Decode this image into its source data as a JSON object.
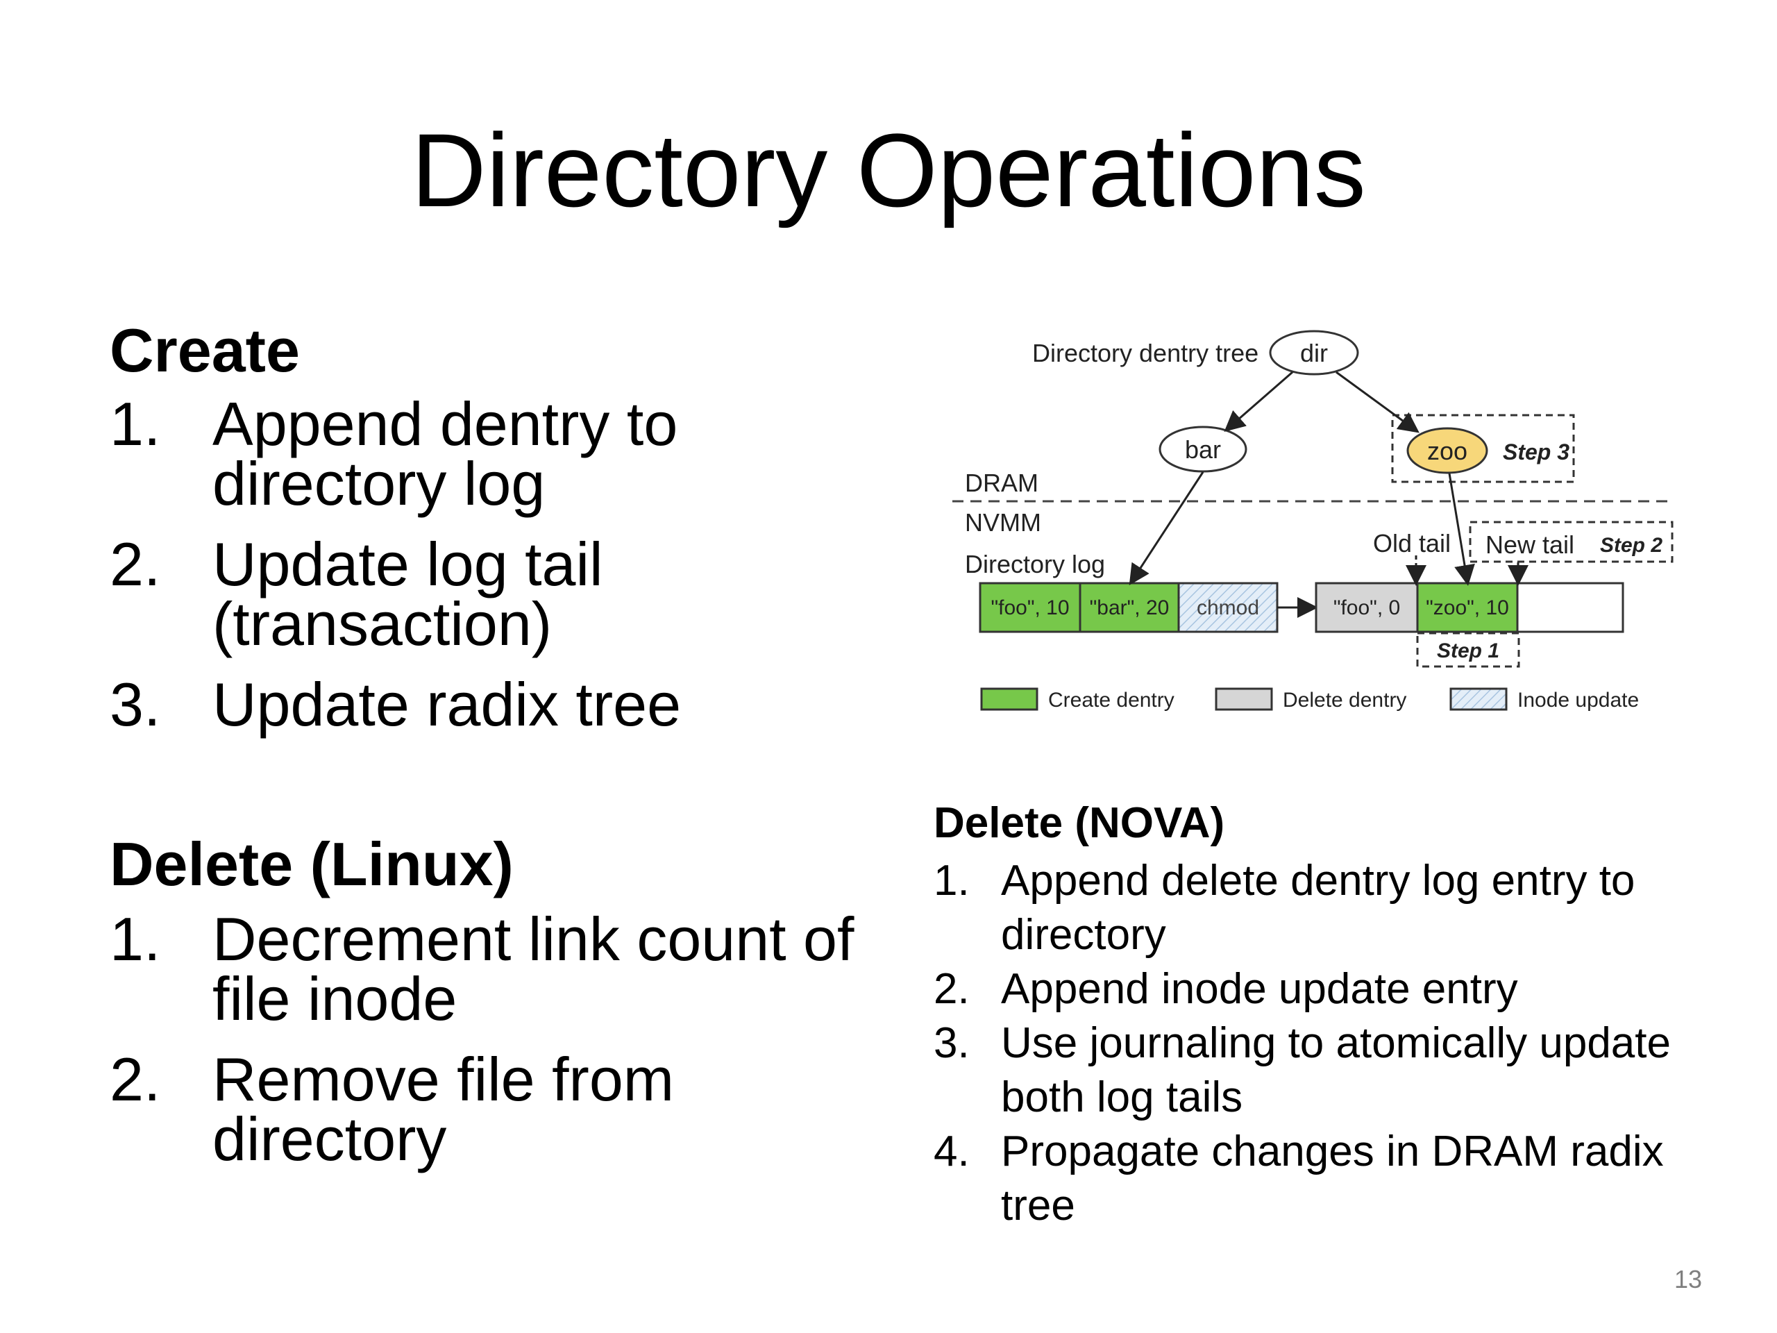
{
  "slide": {
    "title": "Directory Operations",
    "page_number": "13"
  },
  "create": {
    "heading": "Create",
    "items": [
      {
        "num": "1.",
        "text": "Append dentry to directory log"
      },
      {
        "num": "2.",
        "text": "Update log tail (transaction)"
      },
      {
        "num": "3.",
        "text": "Update radix tree"
      }
    ]
  },
  "delete_linux": {
    "heading": "Delete (Linux)",
    "items": [
      {
        "num": "1.",
        "text": "Decrement link count of file inode"
      },
      {
        "num": "2.",
        "text": "Remove file from directory"
      }
    ]
  },
  "delete_nova": {
    "heading": "Delete (NOVA)",
    "items": [
      {
        "num": "1.",
        "text": "Append delete dentry log entry to directory"
      },
      {
        "num": "2.",
        "text": "Append inode update entry"
      },
      {
        "num": "3.",
        "text": "Use journaling to atomically update both log tails"
      },
      {
        "num": "4.",
        "text": "Propagate changes in DRAM radix tree"
      }
    ]
  },
  "diagram": {
    "tree_label": "Directory dentry tree",
    "root_node": "dir",
    "child_nodes": [
      "bar",
      "zoo"
    ],
    "step3": "Step 3",
    "dram_label": "DRAM",
    "nvmm_label": "NVMM",
    "log_label": "Directory log",
    "old_tail": "Old tail",
    "new_tail": "New tail",
    "step2": "Step 2",
    "step1": "Step 1",
    "log_entries": [
      "\"foo\", 10",
      "\"bar\", 20",
      "chmod",
      "\"foo\", 0",
      "\"zoo\", 10"
    ],
    "legend": [
      "Create dentry",
      "Delete dentry",
      "Inode update"
    ],
    "colors": {
      "create": "#77c84a",
      "delete": "#d6d6d6",
      "inode": "#dde9f5",
      "zoo_node": "#f7d77a"
    }
  }
}
